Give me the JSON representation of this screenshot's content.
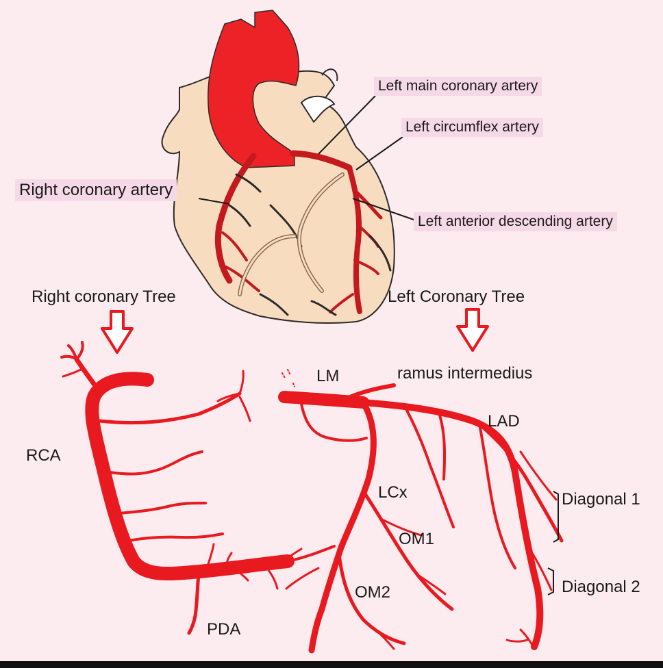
{
  "labels": {
    "left_main": "Left main coronary artery",
    "left_circumflex": "Left circumflex artery",
    "right_coronary": "Right coronary artery",
    "lad_full": "Left anterior descending artery",
    "right_tree": "Right coronary Tree",
    "left_tree": "Left Coronary Tree",
    "lm": "LM",
    "ramus": "ramus intermedius",
    "lad": "LAD",
    "rca": "RCA",
    "lcx": "LCx",
    "om1": "OM1",
    "om2": "OM2",
    "diagonal1": "Diagonal 1",
    "diagonal2": "Diagonal 2",
    "pda": "PDA"
  },
  "colors": {
    "background": "#fcecef",
    "artery": "#e8191f",
    "heart_fill": "#f7dcc0",
    "outline": "#2a2a2a",
    "highlight": "#f5d9e6"
  }
}
